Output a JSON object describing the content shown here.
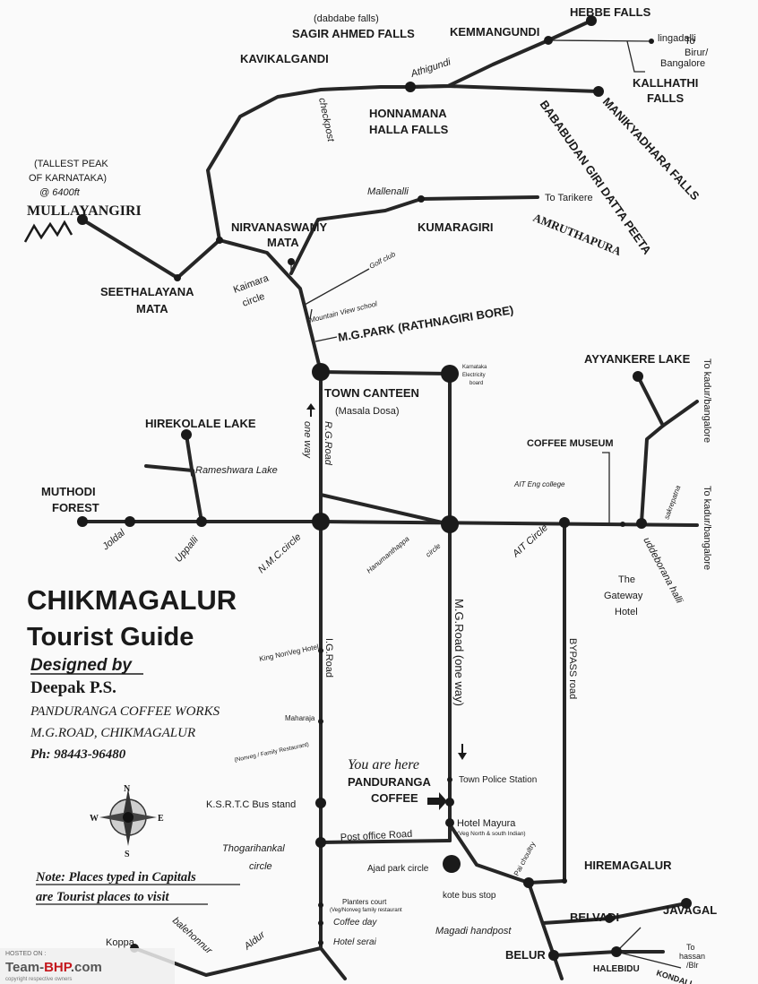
{
  "title": {
    "line1": "CHIKMAGALUR",
    "line2": "Tourist Guide",
    "designed_by": "Designed by",
    "author": "Deepak P.S.",
    "org": "PANDURANGA COFFEE WORKS",
    "address": "M.G.ROAD, CHIKMAGALUR",
    "phone": "Ph: 98443-96480"
  },
  "note": {
    "line1": "Note: Places typed in Capitals",
    "line2": "are Tourist places to visit"
  },
  "you_are_here": {
    "label": "You are here",
    "place1": "PANDURANGA",
    "place2": "COFFEE"
  },
  "compass": {
    "n": "N",
    "s": "S",
    "e": "E",
    "w": "W"
  },
  "watermark": {
    "hosted": "HOSTED ON :",
    "brand1": "Team-",
    "brand2": "BHP",
    "brand3": ".com",
    "copy": "copyright respective owners"
  },
  "places": {
    "hebbe": "HEBBE FALLS",
    "lingadalli": "lingadalli",
    "to_birur1": "To",
    "to_birur2": "Birur/",
    "to_birur3": "Bangalore",
    "kallhathi1": "KALLHATHI",
    "kallhathi2": "FALLS",
    "dabdabe": "(dabdabe falls)",
    "sagir": "SAGIR AHMED FALLS",
    "kemmangundi": "KEMMANGUNDI",
    "kavikalgandi": "KAVIKALGANDI",
    "athigundi": "Athigundi",
    "honnamana1": "HONNAMANA",
    "honnamana2": "HALLA FALLS",
    "checkpost": "checkpost",
    "manikyadhara": "MANIKYADHARA FALLS",
    "bababudan": "BABABUDAN GIRI DATTA PEETA",
    "tallest1": "(TALLEST PEAK",
    "tallest2": "OF KARNATAKA)",
    "tallest3": "@ 6400ft",
    "mullayangiri": "MULLAYANGIRI",
    "mallenalli": "Mallenalli",
    "to_tarikere": "To Tarikere",
    "kumaragiri": "KUMARAGIRI",
    "amruthapura": "AMRUTHAPURA",
    "nirvana1": "NIRVANASWAMY",
    "nirvana2": "MATA",
    "seetha1": "SEETHALAYANA",
    "seetha2": "MATA",
    "golf": "Golf club",
    "kaimara1": "Kaimara",
    "kaimara2": "circle",
    "mountain": "Mountain View school",
    "mgpark": "M.G.PARK (RATHNAGIRI BORE)",
    "town_canteen": "TOWN CANTEEN",
    "masala": "(Masala Dosa)",
    "kseb1": "Karnataka",
    "kseb2": "Electricity",
    "kseb3": "board",
    "ayyankere": "AYYANKERE LAKE",
    "to_kadur1": "To kadur/bangalore",
    "to_kadur2": "To kadur/bangalore",
    "coffee_museum": "COFFEE MUSEUM",
    "hirekolale": "HIREKOLALE LAKE",
    "one_way": "one way",
    "rg_road": "R.G.Road",
    "rameshwara": "Rameshwara Lake",
    "ait_eng": "AIT Eng college",
    "sakrepatna": "sakrepatna",
    "muthodi1": "MUTHODI",
    "muthodi2": "FOREST",
    "joldal": "Joldal",
    "uppalli": "Uppalli",
    "nmc": "N.M.C.circle",
    "hanuman1": "Hanumanthappa",
    "hanuman2": "circle",
    "ait_circle": "AIT Circle",
    "uddeborana": "uddeborana halli",
    "gateway1": "The",
    "gateway2": "Gateway",
    "gateway3": "Hotel",
    "king": "King NonVeg Hotel",
    "ig_road": "I.G.Road",
    "mg_road": "M.G.Road (one way)",
    "bypass": "BYPASS road",
    "maharaja1": "Maharaja",
    "maharaja2": "(Nonveg / Family Restaurant)",
    "police": "Town Police Station",
    "ksrtc": "K.S.R.T.C Bus stand",
    "hotel_mayura": "Hotel Mayura",
    "mayura_sub": "(Veg North & south Indian)",
    "post_office": "Post office Road",
    "thogari1": "Thogarihankal",
    "thogari2": "circle",
    "ajad": "Ajad park circle",
    "pai": "Pai choultry",
    "kote": "kote bus stop",
    "hiremagalur": "HIREMAGALUR",
    "planters1": "Planters court",
    "planters2": "(Veg/Nonveg family restaurant",
    "coffee_day": "Coffee day",
    "hotel_serai": "Hotel serai",
    "magadi": "Magadi handpost",
    "belvadi": "BELVADI",
    "javagal": "JAVAGAL",
    "koppa": "Koppa",
    "balehonnur": "balehonnur",
    "aldur": "Aldur",
    "belur": "BELUR",
    "halebidu": "HALEBIDU",
    "to_hassan1": "To",
    "to_hassan2": "hassan",
    "to_hassan3": "/Blr",
    "kondali": "KONDALI"
  }
}
